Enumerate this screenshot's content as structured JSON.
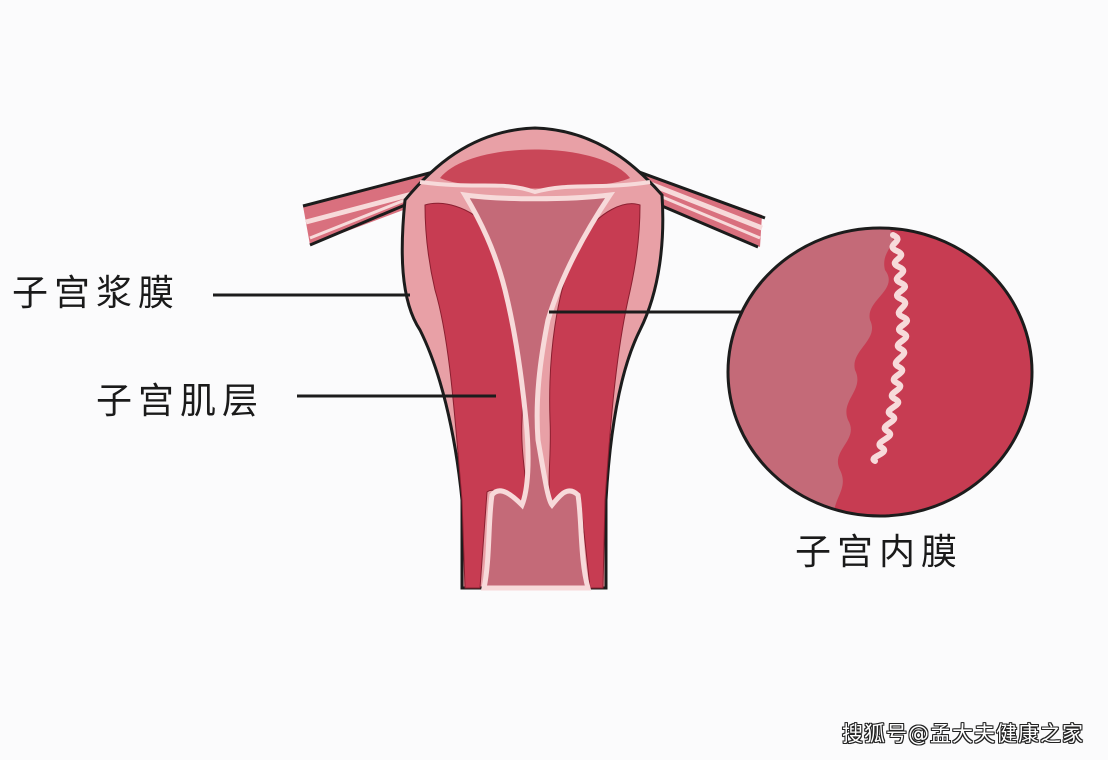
{
  "diagram": {
    "subject": "uterus cross-section",
    "labels": {
      "serosa": "子宫浆膜",
      "myometrium": "子宫肌层",
      "endometrium": "子宫内膜"
    },
    "watermark": "搜狐号@孟大夫健康之家",
    "colors": {
      "background": "#fbfbfc",
      "outline": "#1c1c1c",
      "serosa_pink": "#e8a0a6",
      "myometrium_red": "#c73c52",
      "cavity_mauve": "#c46a78",
      "highlight": "#f7dada",
      "label_text": "#1a1a1a"
    }
  }
}
